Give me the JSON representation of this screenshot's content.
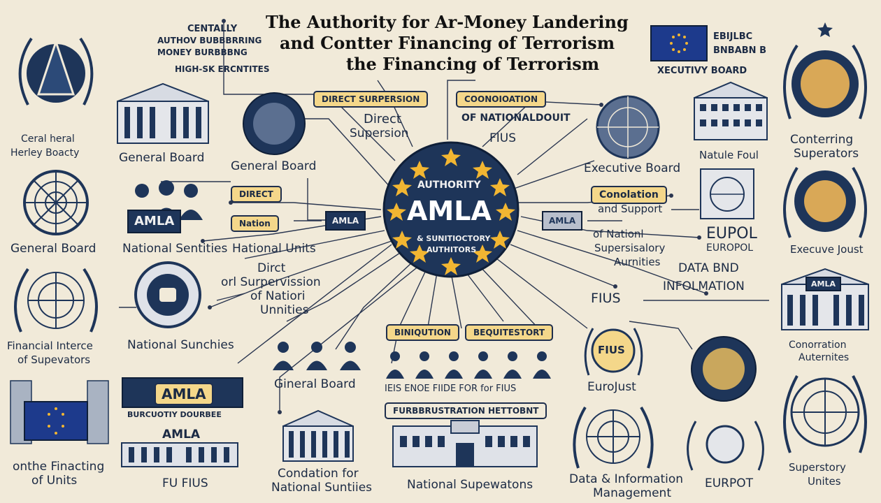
{
  "title": {
    "line1": "The Authority for Ar-Money Landering",
    "line2": "and Contter Financing of Terrorism",
    "line3": "the Financing of Terrorism"
  },
  "header_left": {
    "line1": "CENTALLY",
    "line2": "AUTHOV BUBBBRRING",
    "line3": "MONEY BURBBBNG",
    "line4": "HIGH-SK ERCNTITES"
  },
  "header_right": {
    "line1": "EBIJLBC",
    "line2": "BNBABN B",
    "line3": "XECUTIVY BOARD"
  },
  "center": {
    "top": "AUTHORITY",
    "name": "AMLA",
    "sub1": "& SUNITIOCTORY",
    "sub2": "AUTHITORS"
  },
  "tags": {
    "direct_supervision": "DIRECT SURPERSION",
    "coordination": "COONOIOATION",
    "national_fiu": "OF NATIONALDOUIT",
    "direct": "DIRECT",
    "nation": "Nation",
    "conolation": "Conolation",
    "biniqution": "BINIQUTION",
    "beuitestort": "BEQUITESTORT",
    "furbbrustration": "FURBBRUSTRATION HETTOBNT",
    "amla_left": "AMLA",
    "amla_right": "AMLA"
  },
  "labels": {
    "ceral_heral": "Ceral heral",
    "herley_boacty": "Herley Boacty",
    "general_board_1": "General Board",
    "general_board_2": "General Board",
    "general_board_3": "General Board",
    "general_board_4": "Gineral Board",
    "direct": "Direct",
    "superpsion": "Supersion",
    "fius_top": "FIUS",
    "executive_board": "Executive Board",
    "natule_foul": "Natule Foul",
    "conterring": "Conterring",
    "supervators": "Superators",
    "national_sentities": "National Sentities",
    "hational_units": "Hational Units",
    "and_support": "and Support",
    "of_nationl": "of Nationl",
    "supersisalory": "Supersisalory",
    "aurnities": "Aurnities",
    "eupol": "EUPOL",
    "eupol_small": "EUROPOL",
    "execuve_joust": "Execuve Joust",
    "dirct": "Dirct",
    "or_surpervission": "orl Surpervission",
    "of_natiori": "of Natiori",
    "unnities": "Unnities",
    "data_bnd": "DATA BND",
    "infolmation": "INFOLMATION",
    "fius_mid": "FIUS",
    "financial_1": "Financial Interce",
    "financial_2": "of Supevators",
    "national_sunchies": "National Sunchies",
    "fius_bottom_row": "IEIS  ENOE  FIIDE  FOR  for FIUS",
    "fius_badge": "FIUS",
    "eurojust": "EuroJust",
    "conorration": "Conorration",
    "auterniters": "Auternites",
    "amla_plaque": "AMLA",
    "burcuotiy": "BURCUOTIY DOURBEE",
    "amla_small": "AMLA",
    "amla_building": "AMLA",
    "amla_right_building": "AMLA",
    "onthe_1": "onthe Finacting",
    "onthe_2": "of Units",
    "fu_fius": "FU FIUS",
    "condation_1": "Condation for",
    "condation_2": "National Suntiies",
    "national_supewatons": "National Supewatons",
    "data_info_1": "Data & Information",
    "data_info_2": "Management",
    "eurpot": "EURPOT",
    "superstory_1": "Superstory",
    "superstory_2": "Unites"
  },
  "colors": {
    "background": "#f1ead9",
    "navy": "#1e3559",
    "gold": "#f4d78a",
    "star": "#f2b632",
    "ink": "#1b2a44"
  }
}
